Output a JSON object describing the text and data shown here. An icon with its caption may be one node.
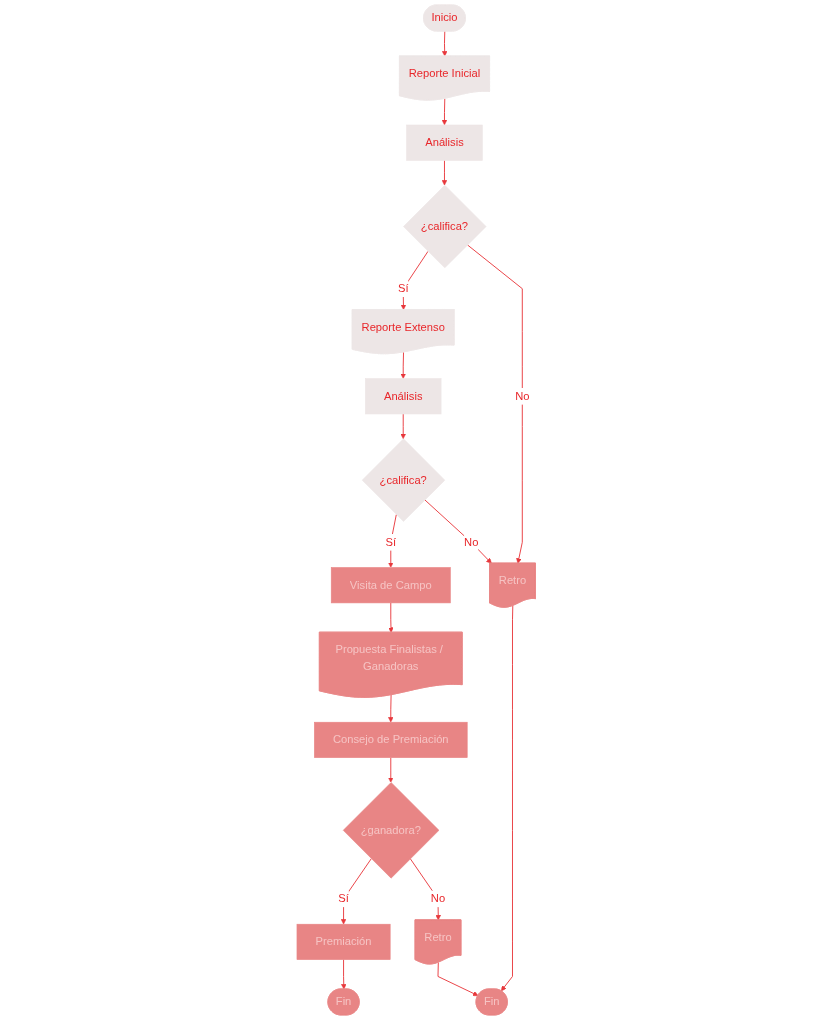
{
  "diagram": {
    "nodes": [
      {
        "text": [
          "Inicio"
        ]
      },
      {
        "text": [
          "Reporte Inicial"
        ]
      },
      {
        "text": [
          "Análisis"
        ]
      },
      {
        "text": [
          "¿califica?"
        ]
      },
      {
        "text": [
          "Reporte Extenso"
        ]
      },
      {
        "text": [
          "Análisis"
        ]
      },
      {
        "text": [
          "¿califica?"
        ]
      },
      {
        "text": [
          "Retro"
        ]
      },
      {
        "text": [
          "Visita de Campo"
        ]
      },
      {
        "text": [
          "Propuesta Finalistas / Ganadoras"
        ]
      },
      {
        "text": [
          "Consejo de Premiación"
        ]
      },
      {
        "text": [
          "¿ganadora?"
        ]
      },
      {
        "text": [
          "Premiación"
        ]
      },
      {
        "text": [
          "Fin"
        ]
      },
      {
        "text": [
          "Retro"
        ]
      },
      {
        "text": [
          "Fin"
        ]
      }
    ],
    "edges": [
      {
        "from": 0,
        "to": 1,
        "arrow": "to"
      },
      {
        "from": 1,
        "to": 2,
        "arrow": "to"
      },
      {
        "from": 2,
        "to": 3,
        "arrow": "to"
      },
      {
        "from": 3,
        "to": 4,
        "arrow": "to",
        "label": "Sí"
      },
      {
        "from": 3,
        "to": 7,
        "arrow": "to",
        "label": "No"
      },
      {
        "from": 4,
        "to": 5,
        "arrow": "to"
      },
      {
        "from": 5,
        "to": 6,
        "arrow": "to"
      },
      {
        "from": 6,
        "to": 8,
        "arrow": "to",
        "label": "Sí"
      },
      {
        "from": 6,
        "to": 7,
        "arrow": "to",
        "label": "No"
      },
      {
        "from": 8,
        "to": 9,
        "arrow": "to"
      },
      {
        "from": 9,
        "to": 10,
        "arrow": "to"
      },
      {
        "from": 10,
        "to": 11,
        "arrow": "to"
      },
      {
        "from": 11,
        "to": 12,
        "arrow": "to",
        "label": "Sí"
      },
      {
        "from": 12,
        "to": 13,
        "arrow": "to"
      },
      {
        "from": 11,
        "to": 14,
        "arrow": "to",
        "label": "No"
      },
      {
        "from": 14,
        "to": 15,
        "arrow": "to"
      },
      {
        "from": 7,
        "to": 15,
        "arrow": "to"
      }
    ]
  }
}
